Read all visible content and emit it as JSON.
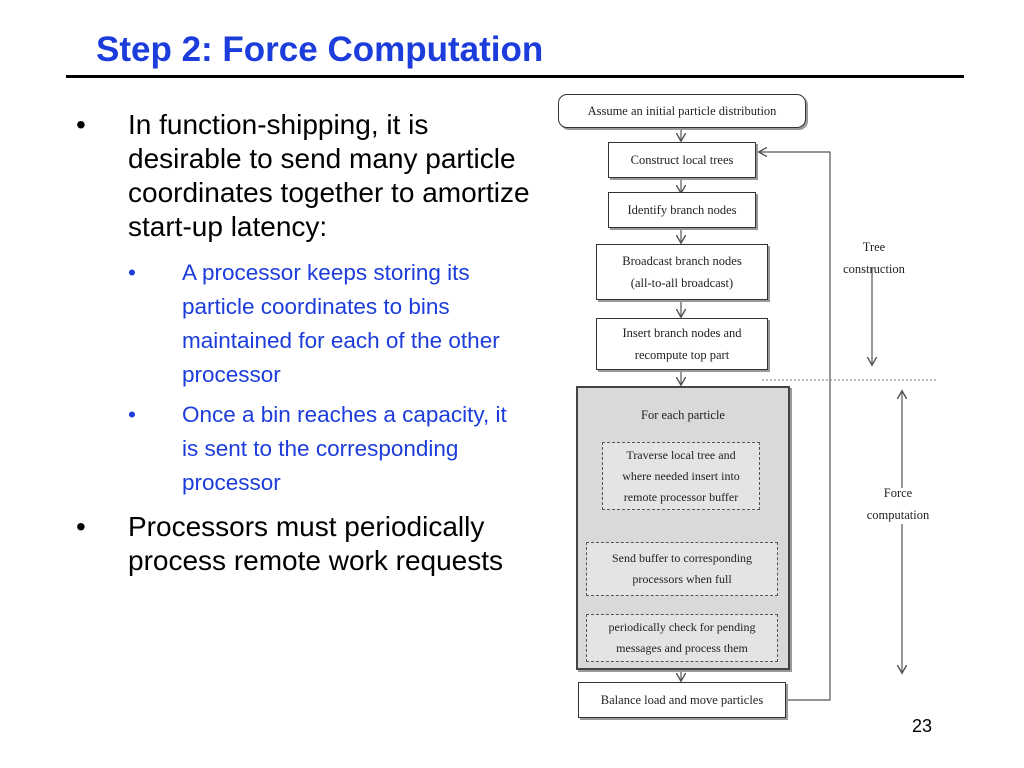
{
  "slide": {
    "title": "Step 2: Force Computation",
    "page_number": "23"
  },
  "bullets": [
    {
      "text": "In function-shipping, it is desirable to send many particle coordinates together to amortize start-up latency:"
    },
    {
      "text": "Processors must periodically process remote work requests"
    }
  ],
  "sub_bullets": [
    {
      "text": "A processor keeps storing its particle coordinates to bins maintained for each of the other processor"
    },
    {
      "text": "Once a bin reaches a capacity, it is sent to the corresponding processor"
    }
  ],
  "diagram": {
    "boxes": {
      "assume": "Assume an initial particle distribution",
      "construct": "Construct local trees",
      "identify": "Identify branch nodes",
      "broadcast_line1": "Broadcast branch nodes",
      "broadcast_line2": "(all-to-all broadcast)",
      "insert_line1": "Insert branch nodes and",
      "insert_line2": "recompute top part",
      "for_each": "For each particle",
      "traverse_line1": "Traverse local tree and",
      "traverse_line2": "where needed insert into",
      "traverse_line3": "remote processor buffer",
      "send_line1": "Send buffer to corresponding",
      "send_line2": "processors when full",
      "check_line1": "periodically check for pending",
      "check_line2": "messages and process them",
      "balance": "Balance load and move particles"
    },
    "side_labels": {
      "tree_line1": "Tree",
      "tree_line2": "construction",
      "force_line1": "Force",
      "force_line2": "computation"
    }
  },
  "colors": {
    "title": "#1c3ddb",
    "sub_bullets": "#1c3ddb",
    "main_text": "#000000"
  }
}
